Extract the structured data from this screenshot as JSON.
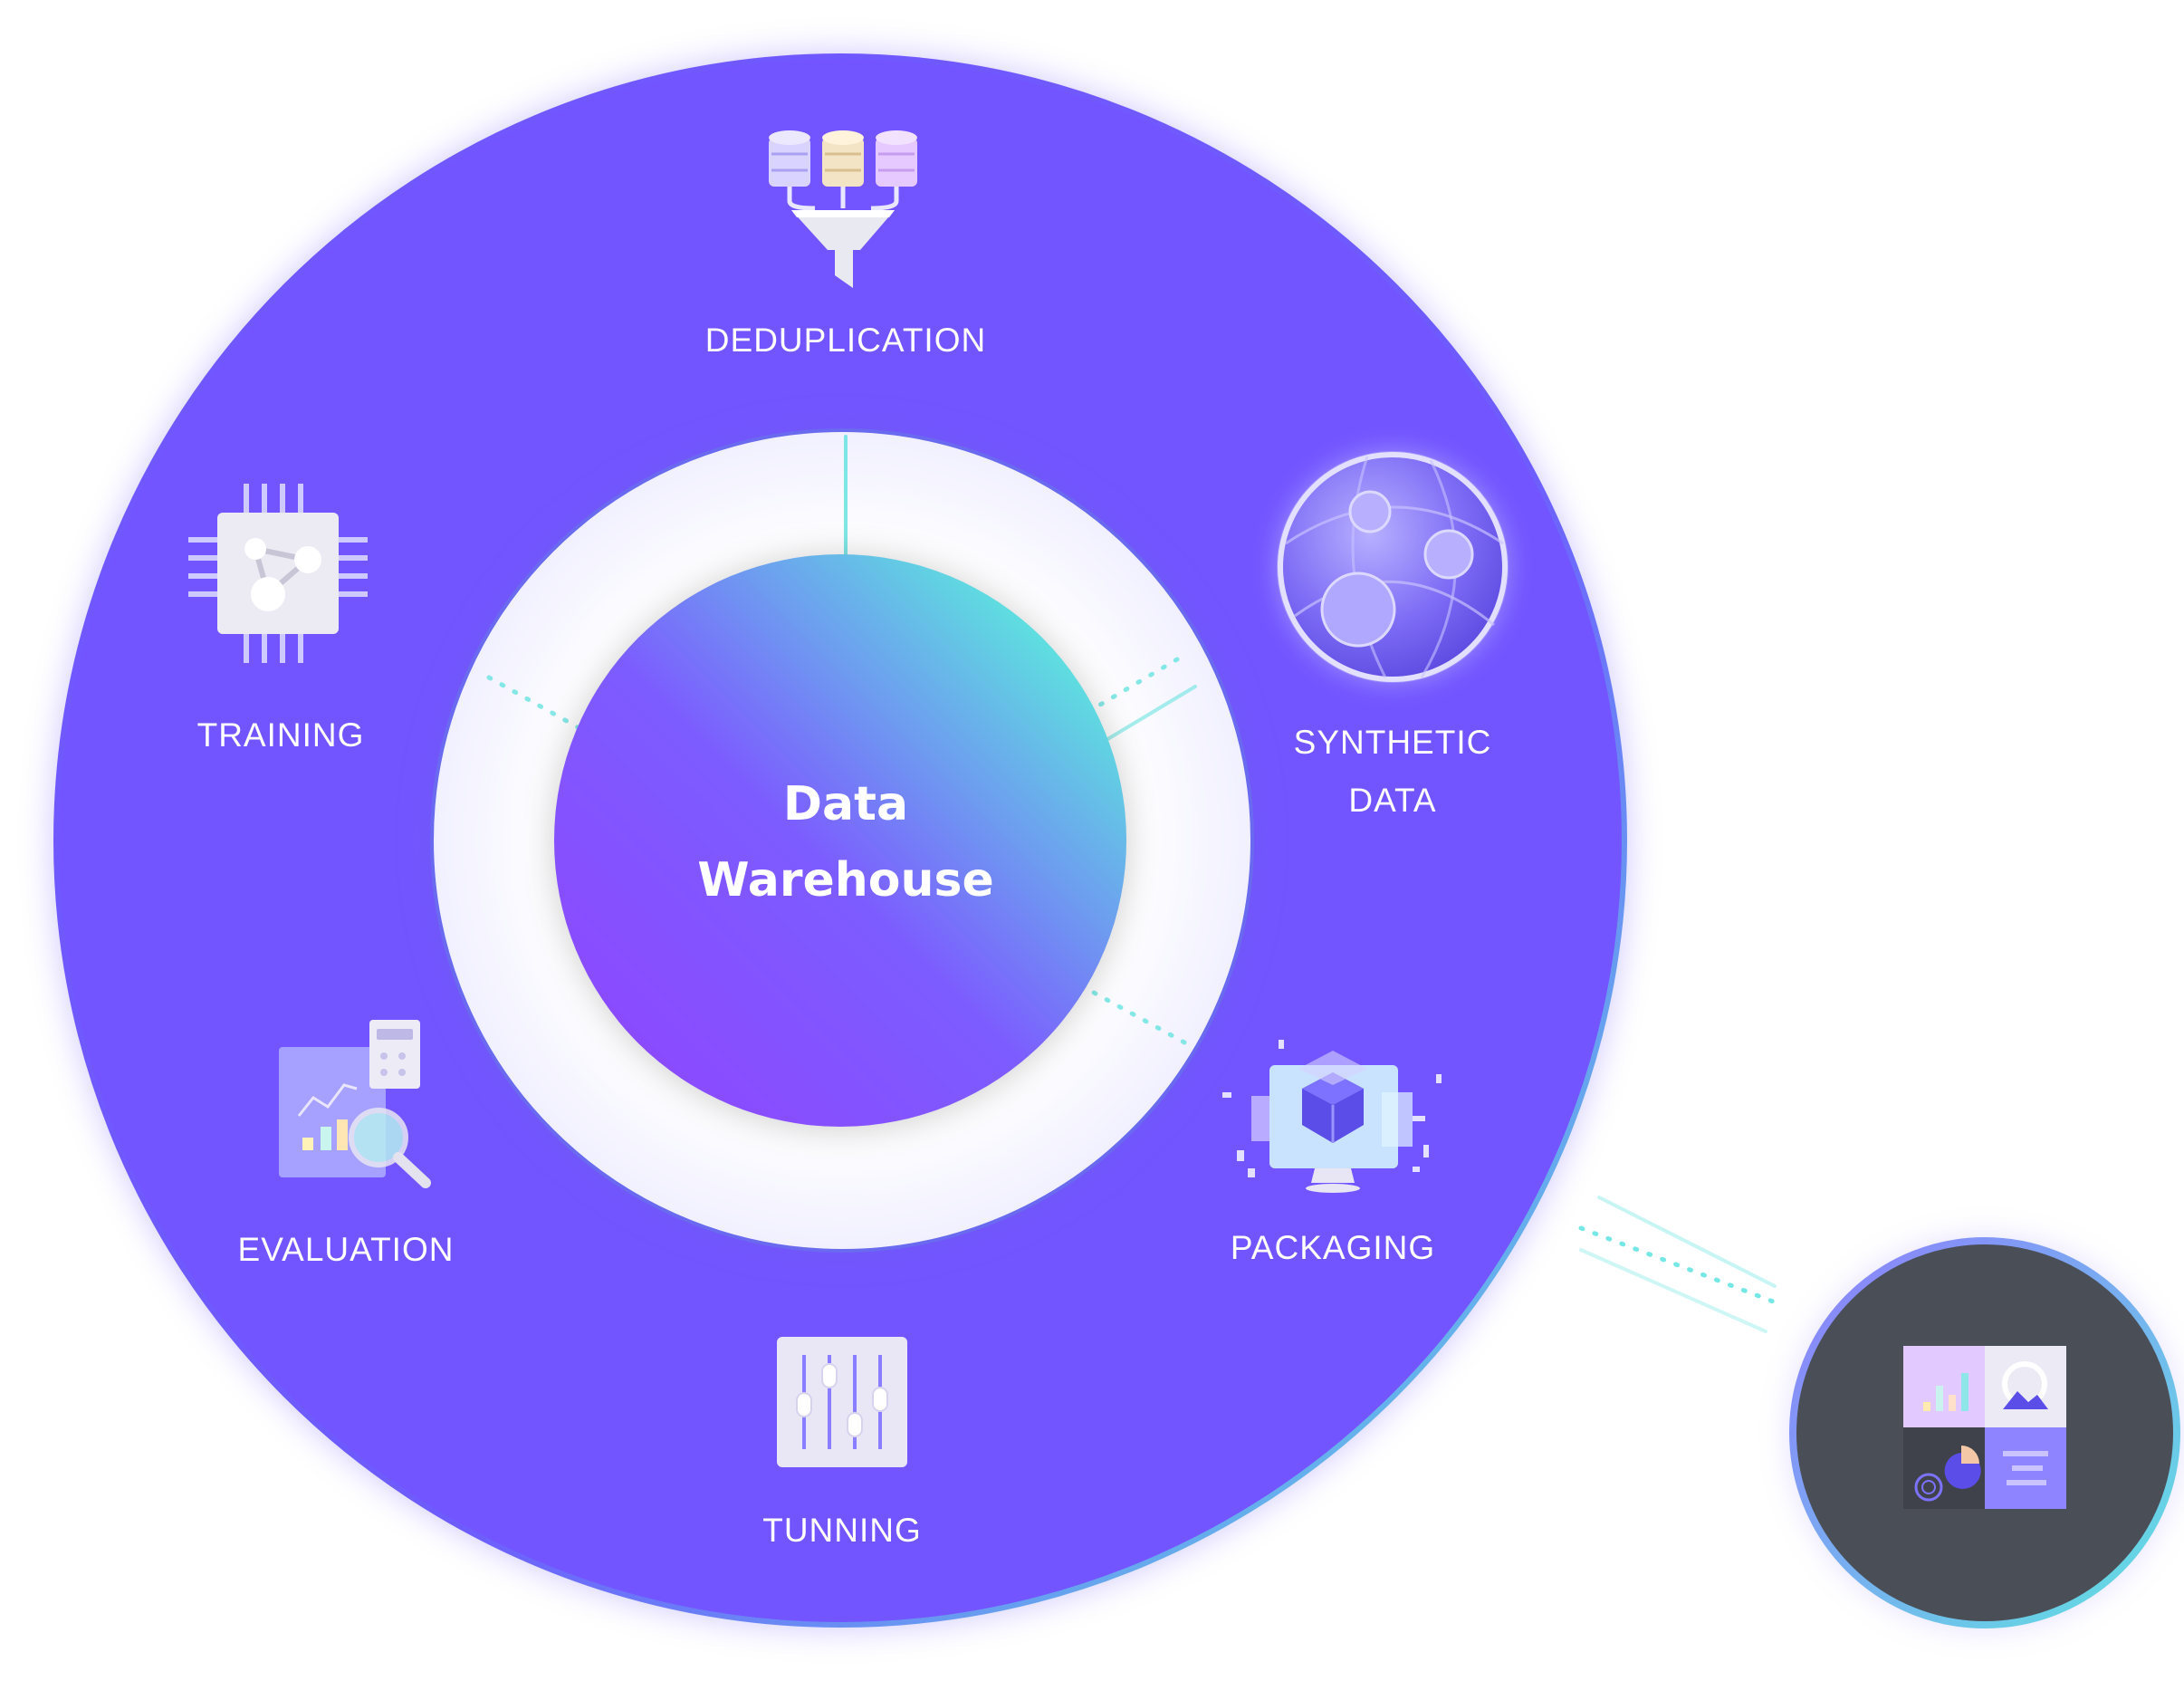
{
  "hub": {
    "title_line1": "Data",
    "title_line2": "Warehouse"
  },
  "segments": [
    {
      "id": "deduplication",
      "label": "DEDUPLICATION",
      "icon": "database-funnel-icon"
    },
    {
      "id": "synthetic-data",
      "label_line1": "SYNTHETIC",
      "label_line2": "DATA",
      "icon": "globe-network-icon"
    },
    {
      "id": "packaging",
      "label": "PACKAGING",
      "icon": "cube-monitor-icon"
    },
    {
      "id": "tunning",
      "label": "TUNNING",
      "icon": "sliders-icon"
    },
    {
      "id": "evaluation",
      "label": "EVALUATION",
      "icon": "chart-magnifier-icon"
    },
    {
      "id": "training",
      "label": "TRAINING",
      "icon": "chip-icon"
    }
  ],
  "satellite": {
    "icon": "dashboard-grid-icon"
  },
  "colors": {
    "ring": "#7255ff",
    "hub_gradient_start": "#8a4bff",
    "hub_gradient_end": "#5fdde0",
    "accent_teal": "#5fe3e0",
    "satellite_bg": "#4a4e57"
  }
}
